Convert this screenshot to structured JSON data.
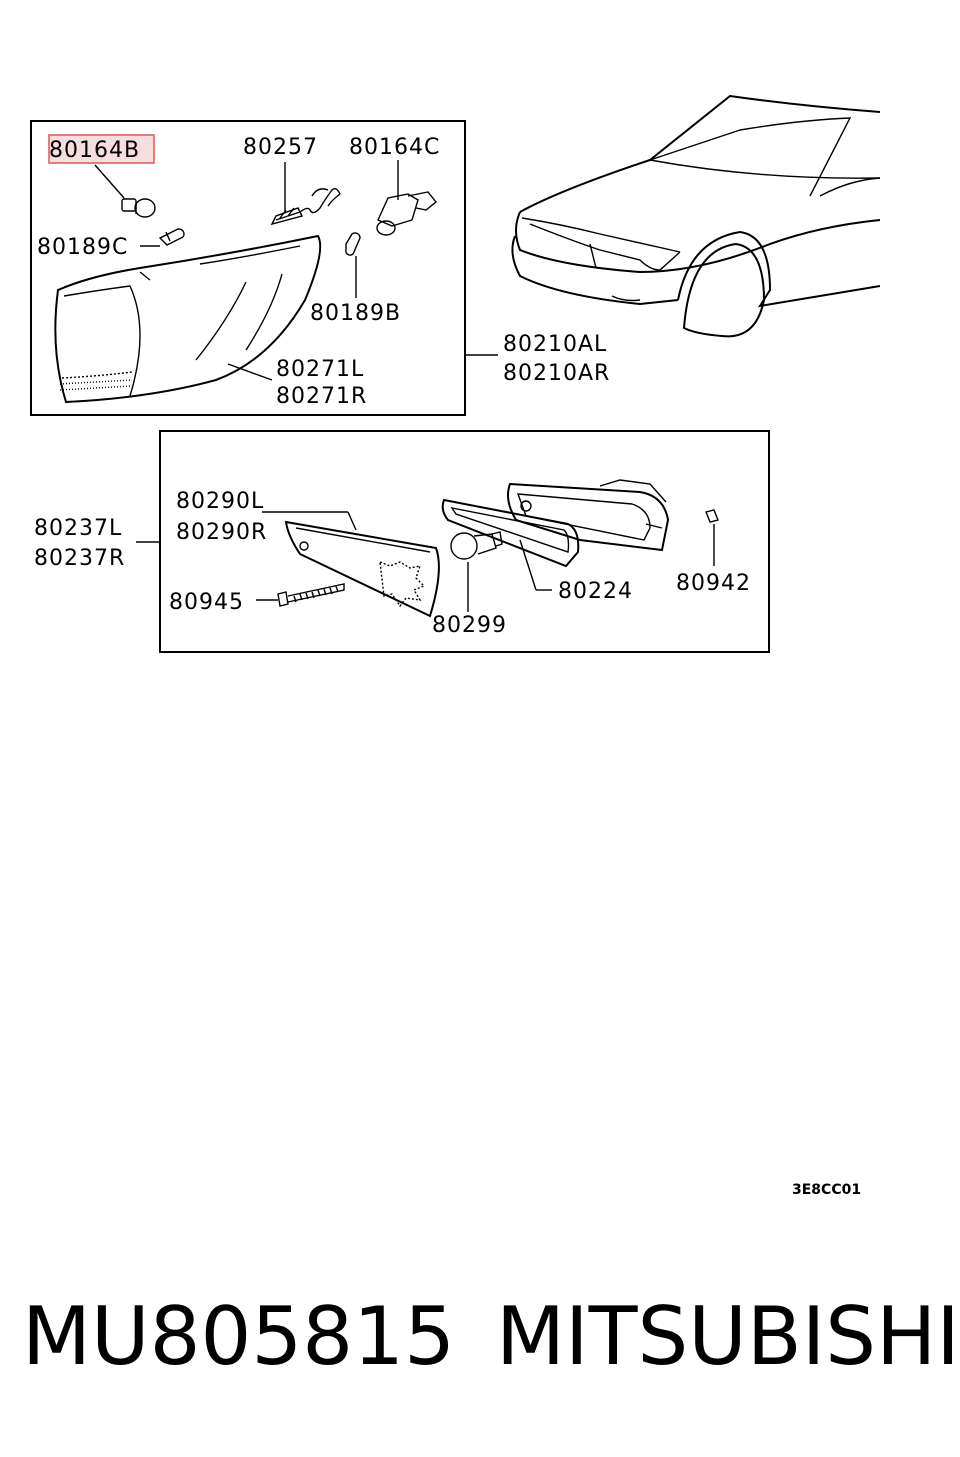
{
  "diagram": {
    "callouts": {
      "p80164B": "80164B",
      "p80257": "80257",
      "p80164C": "80164C",
      "p80189C": "80189C",
      "p80189B": "80189B",
      "p80271L": "80271L",
      "p80271R": "80271R",
      "p80210AL": "80210AL",
      "p80210AR": "80210AR",
      "p80290L": "80290L",
      "p80290R": "80290R",
      "p80237L": "80237L",
      "p80237R": "80237R",
      "p80945": "80945",
      "p80224": "80224",
      "p80942": "80942",
      "p80299": "80299"
    },
    "highlighted_part": "80164B",
    "figure_code": "3E8CC01"
  },
  "footer": {
    "part_number": "MU805815",
    "brand": "MITSUBISHI"
  },
  "colors": {
    "highlight_fill": "#f6dede",
    "highlight_stroke": "#e06060",
    "line": "#000000"
  }
}
